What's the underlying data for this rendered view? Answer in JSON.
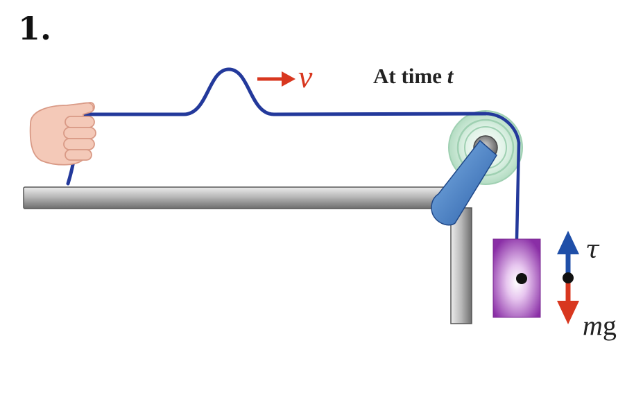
{
  "problem_number": "1.",
  "time_label": {
    "prefix": "At time ",
    "variable": "t"
  },
  "velocity_label": "v",
  "tension_label": "τ",
  "weight_label": {
    "mass": "m",
    "gravity": "g"
  },
  "colors": {
    "rope": "#23399b",
    "velocity_arrow": "#d8371f",
    "tension_arrow": "#1f4fa8",
    "weight_arrow": "#d8371f",
    "block": "#8a2ea6",
    "pulley": "#b9e0c8",
    "pulley_bracket": "#3a78c4",
    "table": "#9a9a9a",
    "hand": "#f4c9b8"
  },
  "icons": [
    "hand-icon",
    "pulley-icon",
    "hanging-block-icon"
  ]
}
